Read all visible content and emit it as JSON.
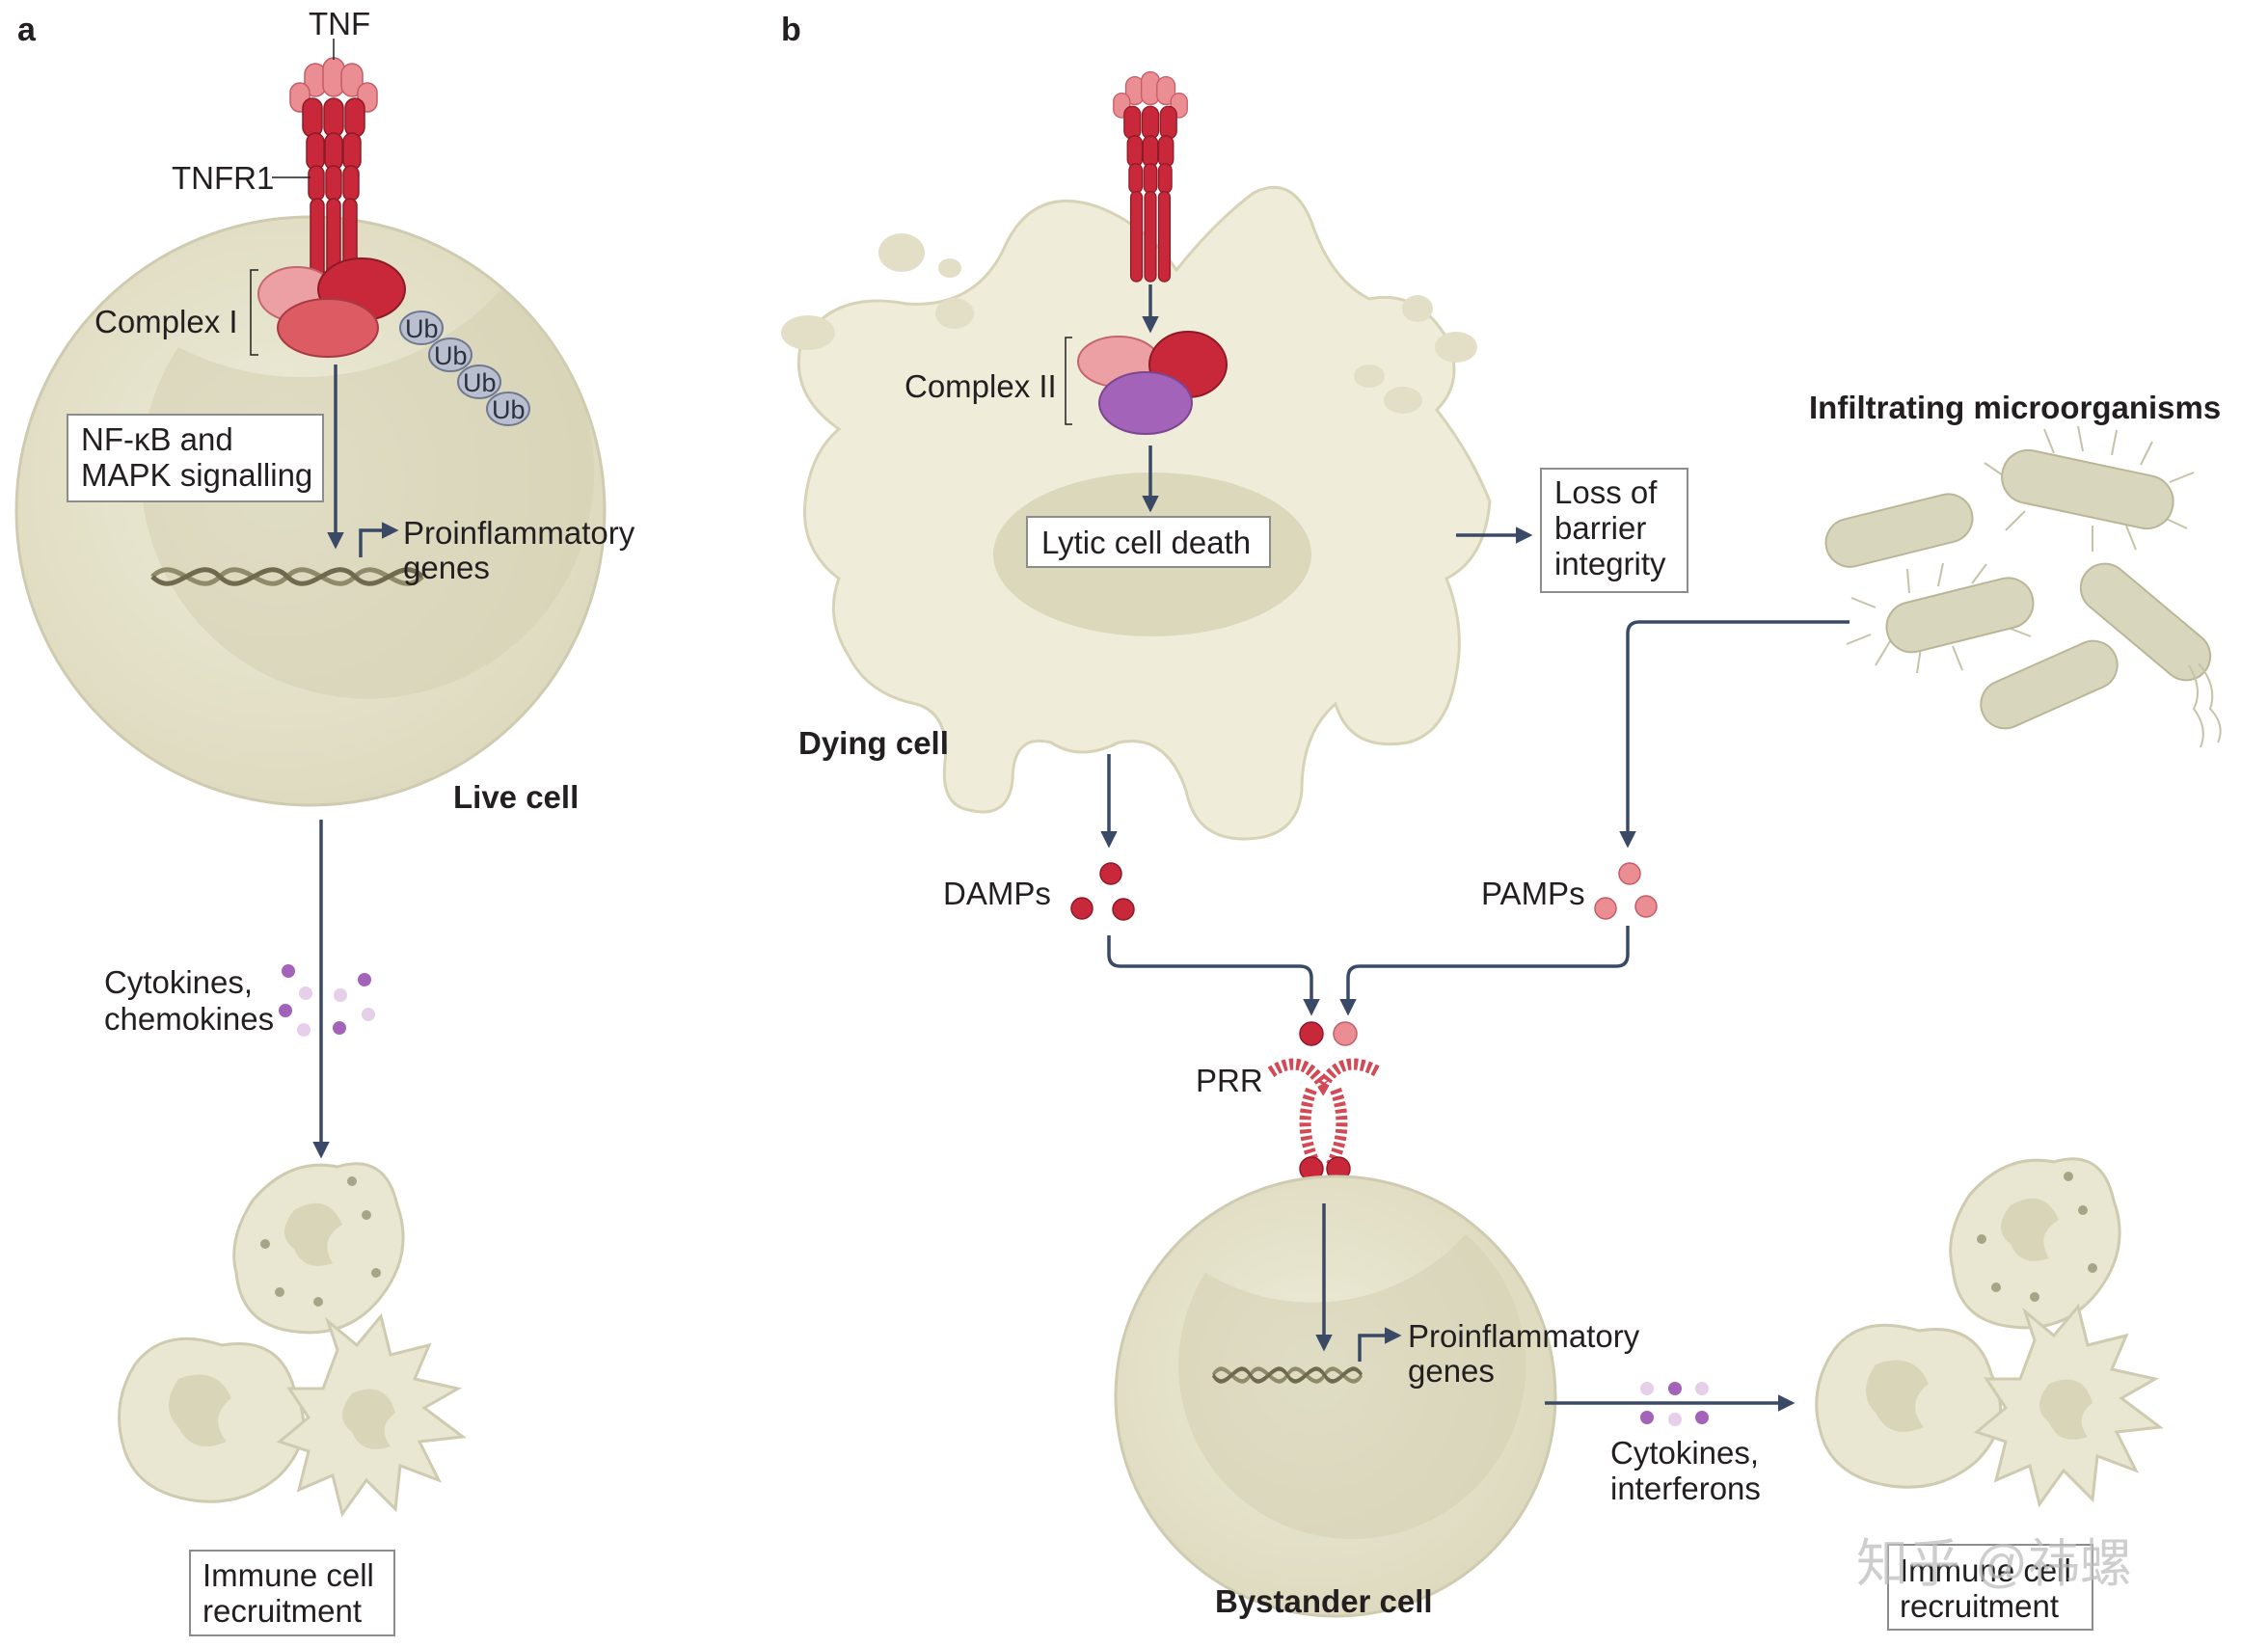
{
  "panels": {
    "a": "a",
    "b": "b"
  },
  "panel_a": {
    "tnf": "TNF",
    "tnfr1": "TNFR1",
    "complex": "Complex I",
    "ub": "Ub",
    "signalling_line1": "NF-κB and",
    "signalling_line2": "MAPK signalling",
    "genes_line1": "Proinflammatory",
    "genes_line2": "genes",
    "cell": "Live cell",
    "cytokines_line1": "Cytokines,",
    "cytokines_line2": "chemokines",
    "recruit_line1": "Immune cell",
    "recruit_line2": "recruitment"
  },
  "panel_b": {
    "complex": "Complex II",
    "death": "Lytic cell death",
    "cell": "Dying cell",
    "barrier_line1": "Loss of",
    "barrier_line2": "barrier",
    "barrier_line3": "integrity",
    "microbes": "Infiltrating microorganisms",
    "damps": "DAMPs",
    "pamps": "PAMPs",
    "prr": "PRR",
    "genes_line1": "Proinflammatory",
    "genes_line2": "genes",
    "cytokines_line1": "Cytokines,",
    "cytokines_line2": "interferons",
    "bystander": "Bystander cell",
    "recruit_line1": "Immune cell",
    "recruit_line2": "recruitment"
  },
  "watermark": "知乎 @祎螺",
  "colors": {
    "receptor": "#c8283a",
    "ligand": "#eb8e94",
    "ubiquitin": "#b9bfcf",
    "caspase": "#a363b8",
    "cell": "#e9e7d2",
    "arrow": "#3a4a66"
  }
}
